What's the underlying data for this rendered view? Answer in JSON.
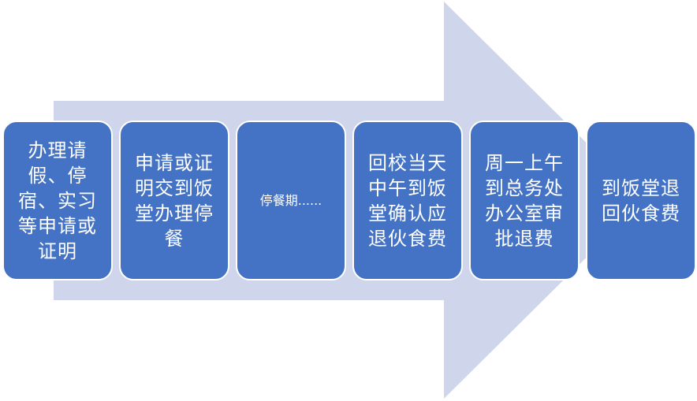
{
  "colors": {
    "arrow": "#cfd5ea",
    "box": "#4472c4",
    "box_border": "#ffffff",
    "text": "#ffffff"
  },
  "steps": [
    {
      "label": "办理请假、停宿、实习等申请或证明"
    },
    {
      "label": "申请或证明交到饭堂办理停餐"
    },
    {
      "label": "停餐期......"
    },
    {
      "label": "回校当天中午到饭堂确认应退伙食费"
    },
    {
      "label": "周一上午到总务处办公室审批退费"
    },
    {
      "label": "到饭堂退回伙食费"
    }
  ]
}
